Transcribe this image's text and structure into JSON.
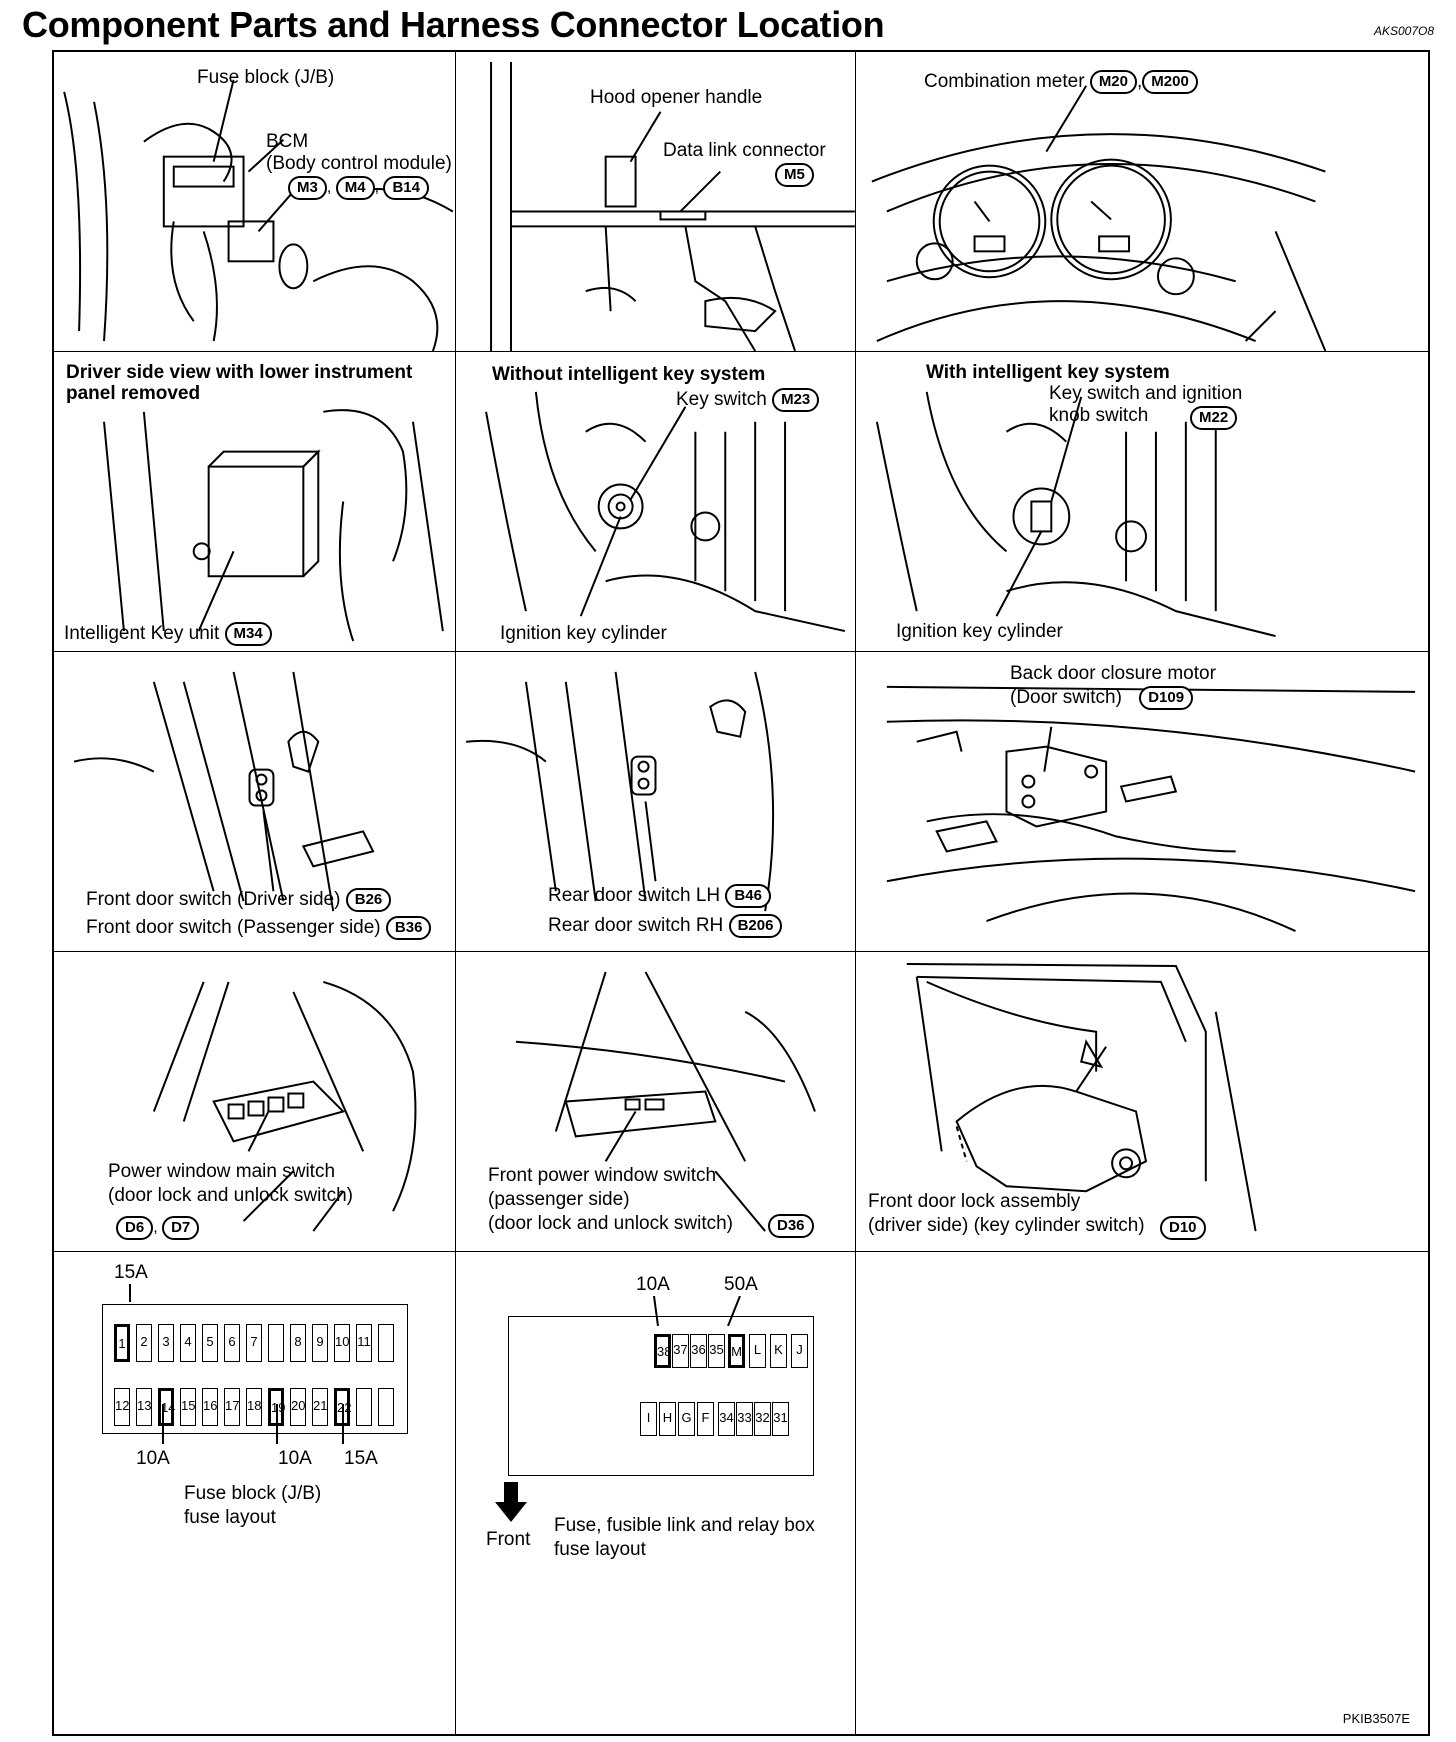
{
  "header": {
    "title": "Component Parts and Harness Connector Location",
    "code": "AKS007O8"
  },
  "panels": {
    "p1": {
      "fuse_block": "Fuse block (J/B)",
      "bcm": "BCM",
      "bcm_full": "(Body control module)",
      "connectors": [
        "M3",
        "M4",
        "B14"
      ]
    },
    "p2": {
      "hood_opener": "Hood opener handle",
      "dlc": "Data link connector",
      "dlc_connector": "M5"
    },
    "p3": {
      "meter": "Combination meter",
      "connectors": [
        "M20",
        "M200"
      ]
    },
    "p4": {
      "header_line1": "Driver side view with lower instrument",
      "header_line2": "panel removed",
      "unit": "Intelligent Key unit",
      "connector": "M34"
    },
    "p5": {
      "header": "Without intelligent key system",
      "key_switch": "Key switch",
      "connector": "M23",
      "cylinder": "Ignition key cylinder"
    },
    "p6": {
      "header": "With intelligent key system",
      "switch_line1": "Key switch and ignition",
      "switch_line2": "knob switch",
      "connector": "M22",
      "cylinder": "Ignition key cylinder"
    },
    "p7": {
      "driver": "Front door switch  (Driver side)",
      "driver_connector": "B26",
      "passenger": "Front door switch (Passenger side)",
      "passenger_connector": "B36"
    },
    "p8": {
      "lh": "Rear door switch LH",
      "lh_connector": "B46",
      "rh": "Rear door switch RH",
      "rh_connector": "B206"
    },
    "p9": {
      "motor": "Back door closure motor",
      "switch": "(Door switch)",
      "connector": "D109"
    },
    "p10": {
      "line1": "Power window main switch",
      "line2": "(door lock and unlock switch)",
      "connectors": [
        "D6",
        "D7"
      ]
    },
    "p11": {
      "line1": "Front power window switch",
      "line2": "(passenger side)",
      "line3": "(door lock and unlock switch)",
      "connector": "D36"
    },
    "p12": {
      "line1": "Front door lock assembly",
      "line2": "(driver side) (key cylinder switch)",
      "connector": "D10"
    },
    "p13": {
      "top_label": "15A",
      "row1": [
        "1",
        "2",
        "3",
        "4",
        "5",
        "6",
        "7",
        "",
        "8",
        "9",
        "10",
        "11",
        ""
      ],
      "row2": [
        "12",
        "13",
        "14",
        "15",
        "16",
        "17",
        "18",
        "19",
        "20",
        "21",
        "22",
        "",
        ""
      ],
      "bottom_labels": [
        "10A",
        "10A",
        "15A"
      ],
      "caption1": "Fuse block (J/B)",
      "caption2": "fuse layout"
    },
    "p14": {
      "label_10a": "10A",
      "label_50a": "50A",
      "top_left": [
        "38",
        "37",
        "36",
        "35"
      ],
      "top_right": [
        "M",
        "L",
        "K",
        "J"
      ],
      "bottom_left": [
        "I",
        "H",
        "G",
        "F"
      ],
      "bottom_right": [
        "34",
        "33",
        "32",
        "31"
      ],
      "front": "Front",
      "caption1": "Fuse, fusible link and relay box",
      "caption2": "fuse layout",
      "figure_code": "PKIB3507E"
    }
  }
}
